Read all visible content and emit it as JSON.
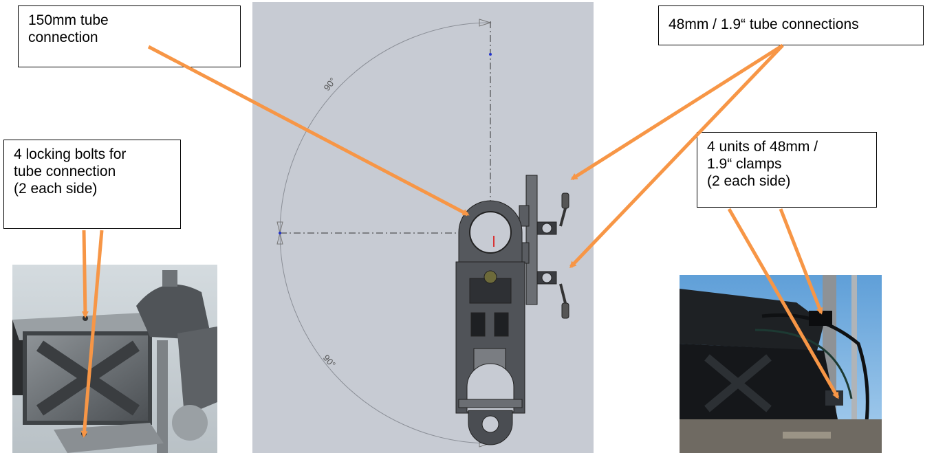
{
  "callouts": {
    "tube_150": "150mm tube\nconnection",
    "tube_48": "48mm / 1.9“ tube connections",
    "locking_bolts": "4 locking bolts for\ntube connection\n(2 each side)",
    "clamps": "4 units of 48mm /\n1.9“  clamps\n(2 each side)"
  },
  "cad": {
    "angle_top": "90°",
    "angle_bottom": "90°"
  },
  "colors": {
    "arrow": "#f79646",
    "cad_background": "#c7cbd3",
    "arc": "#8a8e96"
  }
}
